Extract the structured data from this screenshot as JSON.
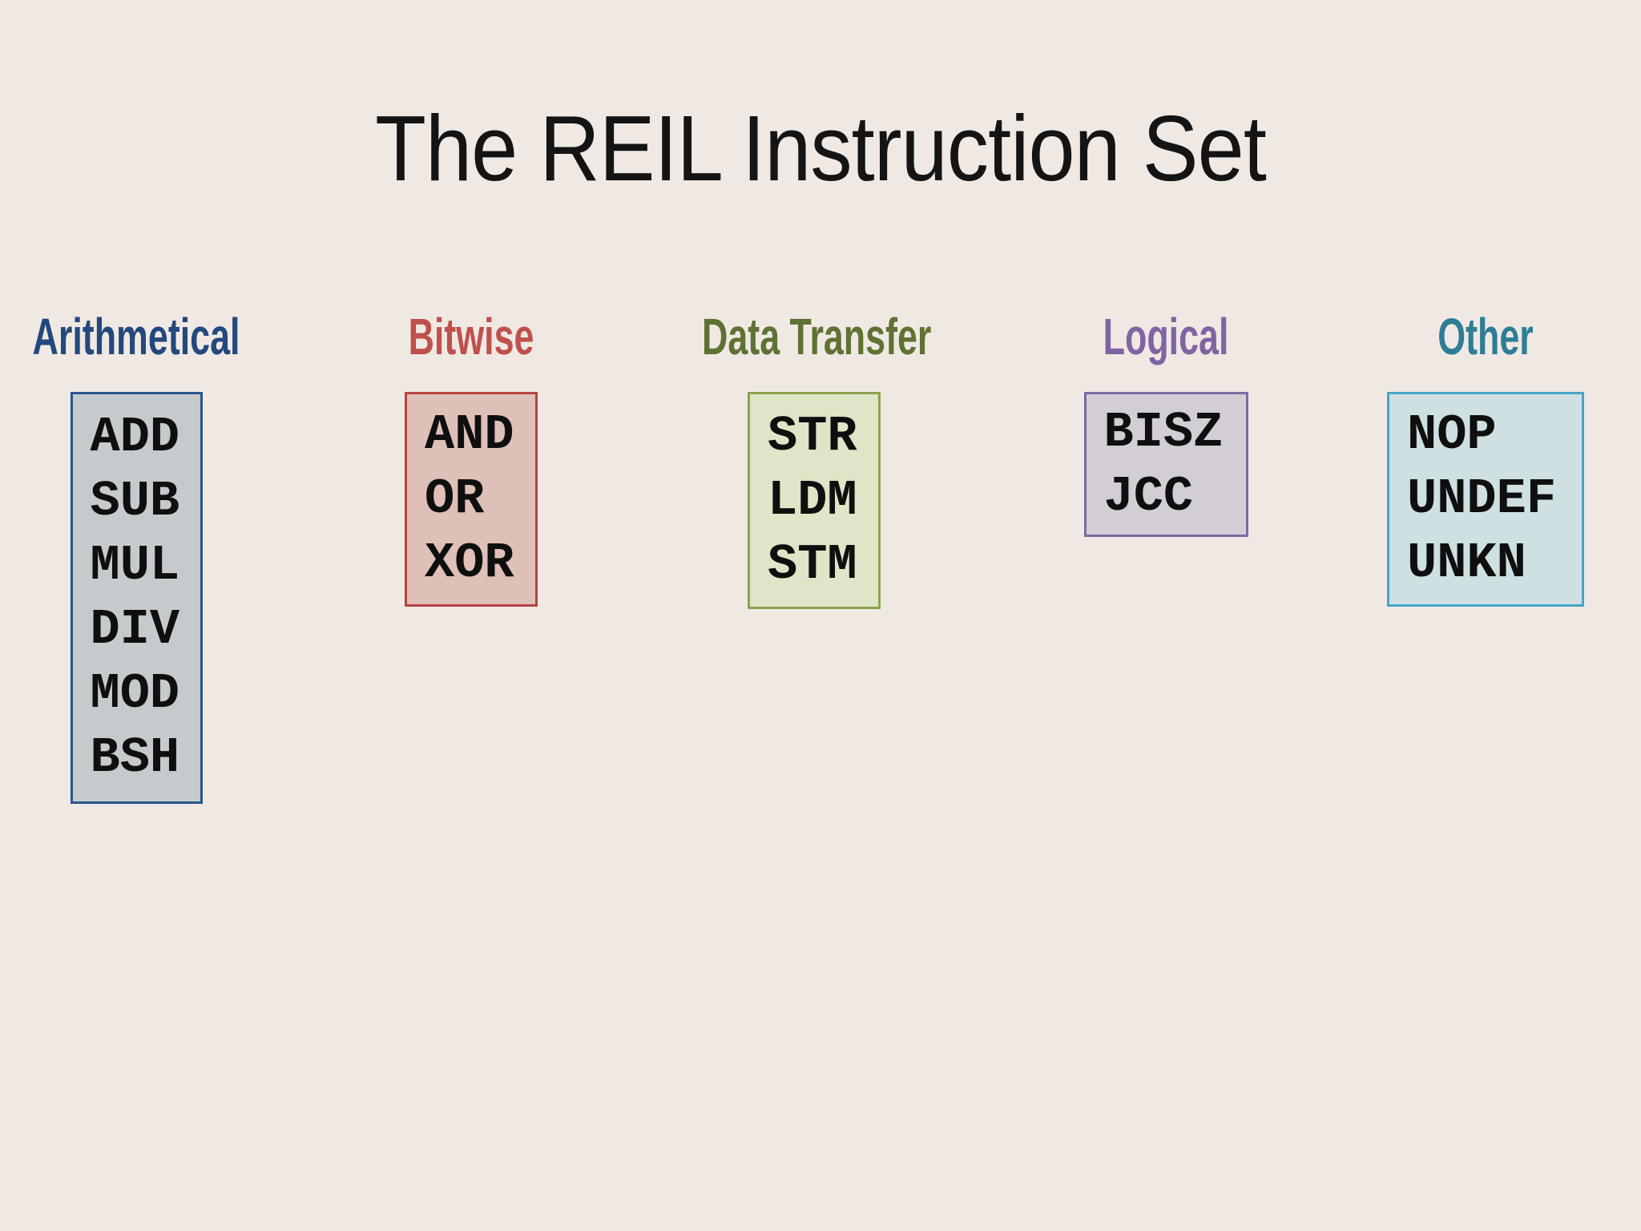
{
  "slide": {
    "title": "The REIL Instruction Set",
    "title_color": "#141414",
    "background_color": "#f0e9e3"
  },
  "categories": [
    {
      "id": "arithmetical",
      "label": "Arithmetical",
      "header_color": "#23487e",
      "box_fill": "#c5cacd",
      "box_border": "#28578b",
      "items": [
        "ADD",
        "SUB",
        "MUL",
        "DIV",
        "MOD",
        "BSH"
      ]
    },
    {
      "id": "bitwise",
      "label": "Bitwise",
      "header_color": "#c0504d",
      "box_fill": "#dfc0b9",
      "box_border": "#b5433f",
      "items": [
        "AND",
        "OR",
        "XOR"
      ]
    },
    {
      "id": "data-transfer",
      "label": "Data Transfer",
      "header_color": "#5e7233",
      "box_fill": "#dfe6c7",
      "box_border": "#8aa24c",
      "items": [
        "STR",
        "LDM",
        "STM"
      ]
    },
    {
      "id": "logical",
      "label": "Logical",
      "header_color": "#8064a2",
      "box_fill": "#d3ced5",
      "box_border": "#7b6aa1",
      "items": [
        "BISZ",
        "JCC"
      ]
    },
    {
      "id": "other",
      "label": "Other",
      "header_color": "#2d7d97",
      "box_fill": "#cfe0e2",
      "box_border": "#47a4c4",
      "items": [
        "NOP",
        "UNDEF",
        "UNKN"
      ]
    }
  ]
}
